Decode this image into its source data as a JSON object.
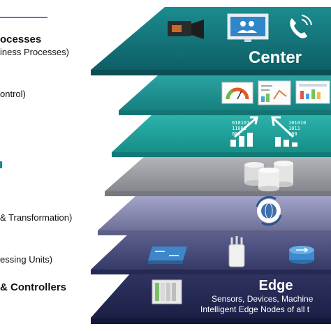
{
  "left_labels": {
    "l1_title": "ocesses",
    "l1_sub": "iness Processes)",
    "l2": "ontrol)",
    "l5": "& Transformation)",
    "l6": "essing Units)",
    "l7": "& Controllers"
  },
  "layers": {
    "center": {
      "title": "Center",
      "icons": [
        "video-camera-icon",
        "monitor-users-icon",
        "phone-icon"
      ]
    },
    "analytics": {
      "icons": [
        "gauge-dashboard-icon",
        "report-chart-icon",
        "spreadsheet-icon"
      ]
    },
    "data_growth": {
      "icons": [
        "binary-bars-up-icon",
        "binary-bars-down-icon"
      ],
      "binary_left": [
        "010101",
        "11001",
        "001"
      ],
      "binary_right": [
        "101010",
        "1011",
        "100"
      ]
    },
    "storage": {
      "icons": [
        "database-cylinders-icon"
      ]
    },
    "transformation": {
      "icons": [
        "cycle-globe-icon"
      ]
    },
    "processing": {
      "icons": [
        "network-switch-icon",
        "wireless-access-point-icon",
        "router-icon"
      ]
    },
    "edge": {
      "title": "Edge",
      "line1": "Sensors, Devices, Machine",
      "line2": "Intelligent Edge Nodes of all t",
      "icons": [
        "plc-controller-icon"
      ]
    }
  },
  "colors": {
    "accent": "#6a6fc4",
    "teal_dark": "#0f6f76",
    "teal_mid": "#1a8a8c",
    "teal_light": "#22a7a3",
    "grey": "#9a9da3",
    "lavender": "#8e8fb6",
    "navy_mid": "#4a4f7c",
    "navy_dark": "#2a2f5a"
  }
}
